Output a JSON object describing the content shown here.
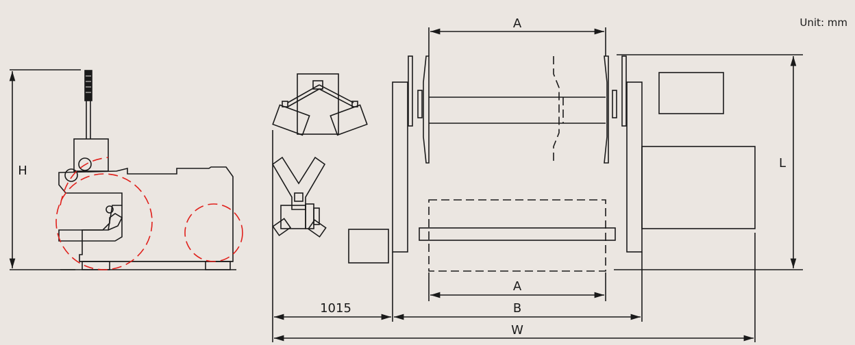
{
  "unit_label": "Unit: mm",
  "dimensions": {
    "a_top": "A",
    "a_bottom": "A",
    "b": "B",
    "w": "W",
    "l": "L",
    "h": "H",
    "offset": "1015"
  },
  "colors": {
    "line": "#1a1a1a",
    "dashed_circle": "#e0201b",
    "background": "#ebe6e1"
  }
}
